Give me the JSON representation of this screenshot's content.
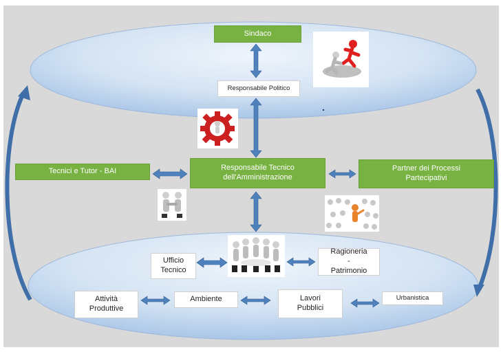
{
  "nodes": {
    "sindaco": "Sindaco",
    "responsabile_politico": "Responsabile Politico",
    "responsabile_tecnico": "Responsabile Tecnico dell'Amministrazione",
    "tecnici_tutor": "Tecnici e Tutor - BAI",
    "partner": "Partner dei Processi Partecipativi",
    "ufficio_tecnico": "Ufficio Tecnico",
    "ragioneria": "Ragioneria - Patrimonio",
    "attivita_produttive": "Attività Produttive",
    "ambiente": "Ambiente",
    "lavori_pubblici": "Lavori Pubblici",
    "urbanistica": "Urbanistica"
  },
  "illustrations": [
    "people-running-icon",
    "gear-figure-icon",
    "handshake-icon",
    "crowd-leader-icon",
    "team-group-icon"
  ],
  "colors": {
    "green_box": "#77b243",
    "arrow_blue": "#4f81bd",
    "ellipse_light": "#dbe8f6",
    "ellipse_mid": "#a9c6e8",
    "background": "#d9d9d9"
  }
}
